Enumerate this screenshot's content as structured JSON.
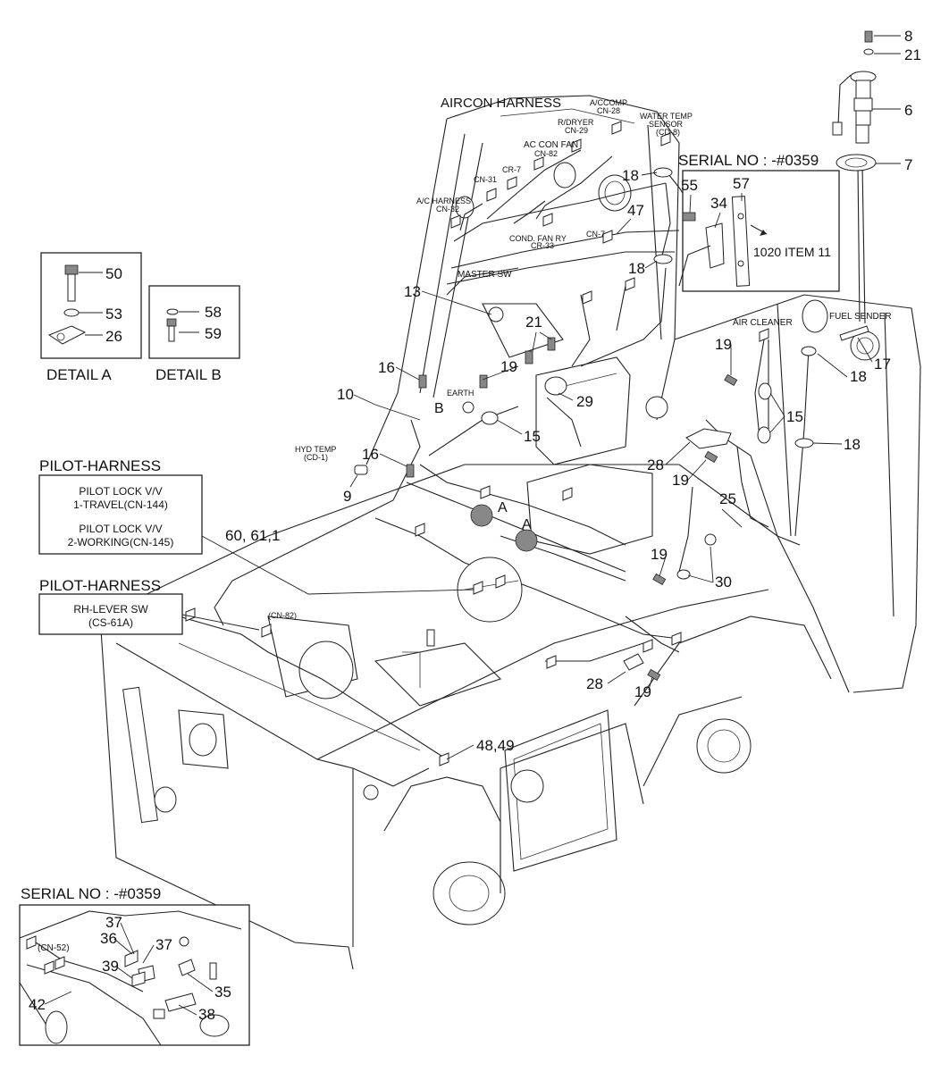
{
  "labels": {
    "aircon_harness": "AIRCON HARNESS",
    "serial_no_top": "SERIAL NO : -#0359",
    "serial_no_bottom": "SERIAL NO : -#0359",
    "item_1020": "1020 ITEM 11",
    "detail_a": "DETAIL A",
    "detail_b": "DETAIL B",
    "pilot_harness_1": "PILOT-HARNESS",
    "pilot_harness_2": "PILOT-HARNESS",
    "pilot_lock_1a": "PILOT LOCK V/V",
    "pilot_lock_1b": "1-TRAVEL(CN-144)",
    "pilot_lock_2a": "PILOT LOCK V/V",
    "pilot_lock_2b": "2-WORKING(CN-145)",
    "rh_lever_a": "RH-LEVER SW",
    "rh_lever_b": "(CS-61A)",
    "master_sw": "MASTER SW",
    "earth": "EARTH",
    "air_cleaner": "AIR CLEANER",
    "fuel_sender": "FUEL SENDER",
    "hyd_temp_a": "HYD TEMP",
    "hyd_temp_b": "(CD-1)",
    "water_temp_a": "WATER TEMP",
    "water_temp_b": "SENSOR",
    "water_temp_c": "(CD-8)",
    "a_ccomp_a": "A/CCOMP",
    "a_ccomp_b": "CN-28",
    "r_dryer_a": "R/DRYER",
    "r_dryer_b": "CN-29",
    "ac_con_fan_a": "AC CON FAN",
    "ac_con_fan_b": "CN-82",
    "cr7": "CR-7",
    "cn31": "CN-31",
    "ac_harness_a": "A/C HARNESS",
    "ac_harness_b": "CN-32",
    "cond_fan_ry_a": "COND. FAN RY",
    "cond_fan_ry_b": "CR-33",
    "cn7": "CN-7",
    "cn82_main": "(CN-82)",
    "cn52_inset": "(CN-52)",
    "detail_letter_b": "B",
    "detail_letter_a1": "A",
    "detail_letter_a2": "A"
  },
  "callouts": {
    "c8": "8",
    "c21a": "21",
    "c6": "6",
    "c7": "7",
    "c55": "55",
    "c34": "34",
    "c57": "57",
    "c18a": "18",
    "c18b": "18",
    "c18c": "18",
    "c18d": "18",
    "c47": "47",
    "c13": "13",
    "c21b": "21",
    "c16a": "16",
    "c16b": "16",
    "c10": "10",
    "c19a": "19",
    "c19b": "19",
    "c19c": "19",
    "c19d": "19",
    "c19e": "19",
    "c29": "29",
    "c15a": "15",
    "c15b": "15",
    "c17": "17",
    "c28a": "28",
    "c28b": "28",
    "c25": "25",
    "c30": "30",
    "c9": "9",
    "c60": "60, 61,1",
    "c48": "48,49",
    "c50": "50",
    "c53": "53",
    "c26": "26",
    "c58": "58",
    "c59": "59",
    "c37a": "37",
    "c37b": "37",
    "c36": "36",
    "c39": "39",
    "c35": "35",
    "c38": "38",
    "c42": "42"
  }
}
